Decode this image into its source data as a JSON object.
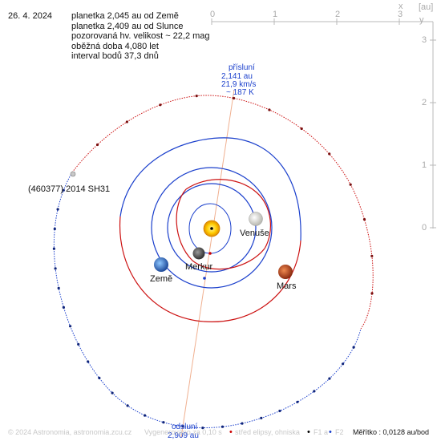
{
  "header": {
    "date": "26. 4. 2024",
    "info_lines": [
      "planetka 2,045 au od Země",
      "planetka 2,409 au od Slunce",
      "pozorovaná hv. velikost ~ 22,2 mag",
      "oběžná doba 4,080 let",
      "interval bodů 37,3 dnů"
    ]
  },
  "axes": {
    "unit": "[au]",
    "x_label": "x",
    "y_label": "y",
    "x_ticks": [
      "0",
      "1",
      "2",
      "3"
    ],
    "y_ticks": [
      "3",
      "2",
      "1",
      "0"
    ]
  },
  "perihelion": {
    "title": "přísluní",
    "distance": "2,141 au",
    "speed": "21,9 km/s",
    "temperature": "~ 187 K"
  },
  "aphelion": {
    "title": "odsluní",
    "distance": "2,909 au"
  },
  "bodies": {
    "asteroid": "(460377) 2014 SH31",
    "venus": "Venuše",
    "mercury": "Merkur",
    "earth": "Země",
    "mars": "Mars"
  },
  "footer": {
    "copyright": "© 2024 Astronomia, astronomia.zcu.cz",
    "generated": "Vygenerováno za 0,10 s",
    "legend": [
      {
        "marker": "•",
        "color": "#cc0000",
        "label": "střed elipsy, ohniska"
      },
      {
        "marker": "•",
        "color": "#000000",
        "label": "F1 a"
      },
      {
        "marker": "•",
        "color": "#1f4fd0",
        "label": "F2"
      }
    ],
    "scale": "Měřítko : 0,0128 au/bod"
  },
  "colors": {
    "orbit_above": "#cc1111",
    "orbit_below": "#1a3fcc",
    "apsis_line": "#f0b090",
    "axis": "#b8b8b8",
    "perihelion_text": "#1a3fcc"
  }
}
